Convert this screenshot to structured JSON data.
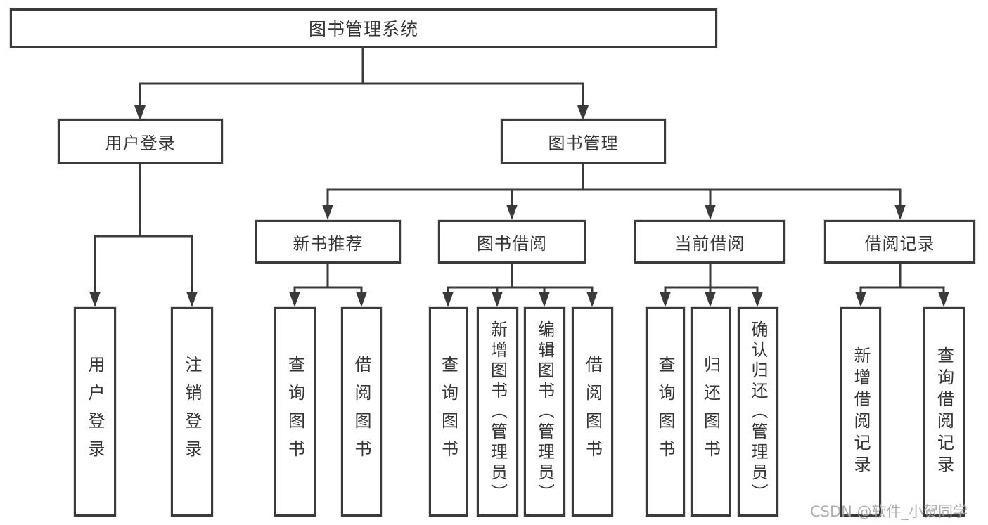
{
  "diagram": {
    "title": "图书管理系统",
    "root": {
      "label": "图书管理系统"
    },
    "branches": [
      {
        "label": "用户登录",
        "children": [
          {
            "label": "用户登录"
          },
          {
            "label": "注销登录"
          }
        ]
      },
      {
        "label": "图书管理",
        "children": [
          {
            "label": "新书推荐",
            "children": [
              {
                "label": "查询图书"
              },
              {
                "label": "借阅图书"
              }
            ]
          },
          {
            "label": "图书借阅",
            "children": [
              {
                "label": "查询图书"
              },
              {
                "label": "新增图书（管理员）"
              },
              {
                "label": "编辑图书（管理员）"
              },
              {
                "label": "借阅图书"
              }
            ]
          },
          {
            "label": "当前借阅",
            "children": [
              {
                "label": "查询图书"
              },
              {
                "label": "归还图书"
              },
              {
                "label": "确认归还（管理员）"
              }
            ]
          },
          {
            "label": "借阅记录",
            "children": [
              {
                "label": "新增借阅记录"
              },
              {
                "label": "查询借阅记录"
              }
            ]
          }
        ]
      }
    ]
  },
  "watermark": "CSDN @软件_小贺同学",
  "colors": {
    "line": "#3a3a3a",
    "text": "#363636",
    "watermark": "#a4a6ac",
    "background": "#ffffff"
  }
}
